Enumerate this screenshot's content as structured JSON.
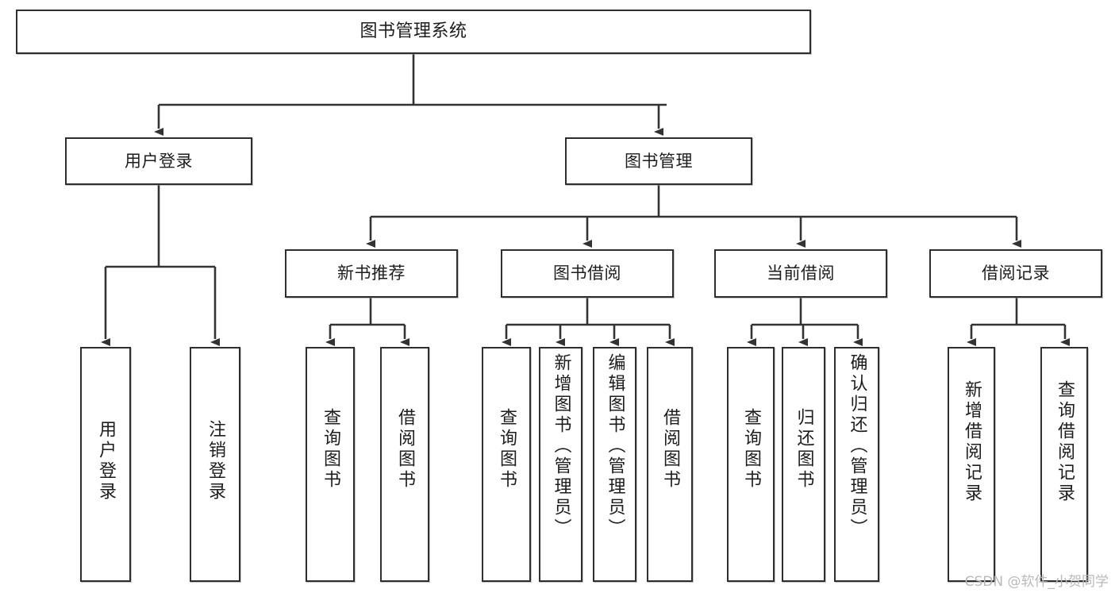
{
  "diagram": {
    "title": "图书管理系统",
    "watermark": "CSDN @软件_小贺同学",
    "colors": {
      "box_border": "#2e2e2e",
      "box_fill": "#ffffff",
      "connector": "#333333",
      "text": "#1d1d1d",
      "watermark": "#b9b9b9"
    },
    "nodes": {
      "root": {
        "label": "图书管理系统"
      },
      "level1": [
        {
          "label": "用户登录"
        },
        {
          "label": "图书管理"
        }
      ],
      "level2": [
        {
          "label": "新书推荐"
        },
        {
          "label": "图书借阅"
        },
        {
          "label": "当前借阅"
        },
        {
          "label": "借阅记录"
        }
      ],
      "leaves": {
        "user_login": [
          {
            "label": "用户登录"
          },
          {
            "label": "注销登录"
          }
        ],
        "new_book": [
          {
            "label": "查询图书"
          },
          {
            "label": "借阅图书"
          }
        ],
        "borrow_book": [
          {
            "label": "查询图书"
          },
          {
            "label": "新增图书（管理员）"
          },
          {
            "label": "编辑图书（管理员）"
          },
          {
            "label": "借阅图书"
          }
        ],
        "current_borrow": [
          {
            "label": "查询图书"
          },
          {
            "label": "归还图书"
          },
          {
            "label": "确认归还（管理员）"
          }
        ],
        "borrow_record": [
          {
            "label": "新增借阅记录"
          },
          {
            "label": "查询借阅记录"
          }
        ]
      }
    }
  }
}
